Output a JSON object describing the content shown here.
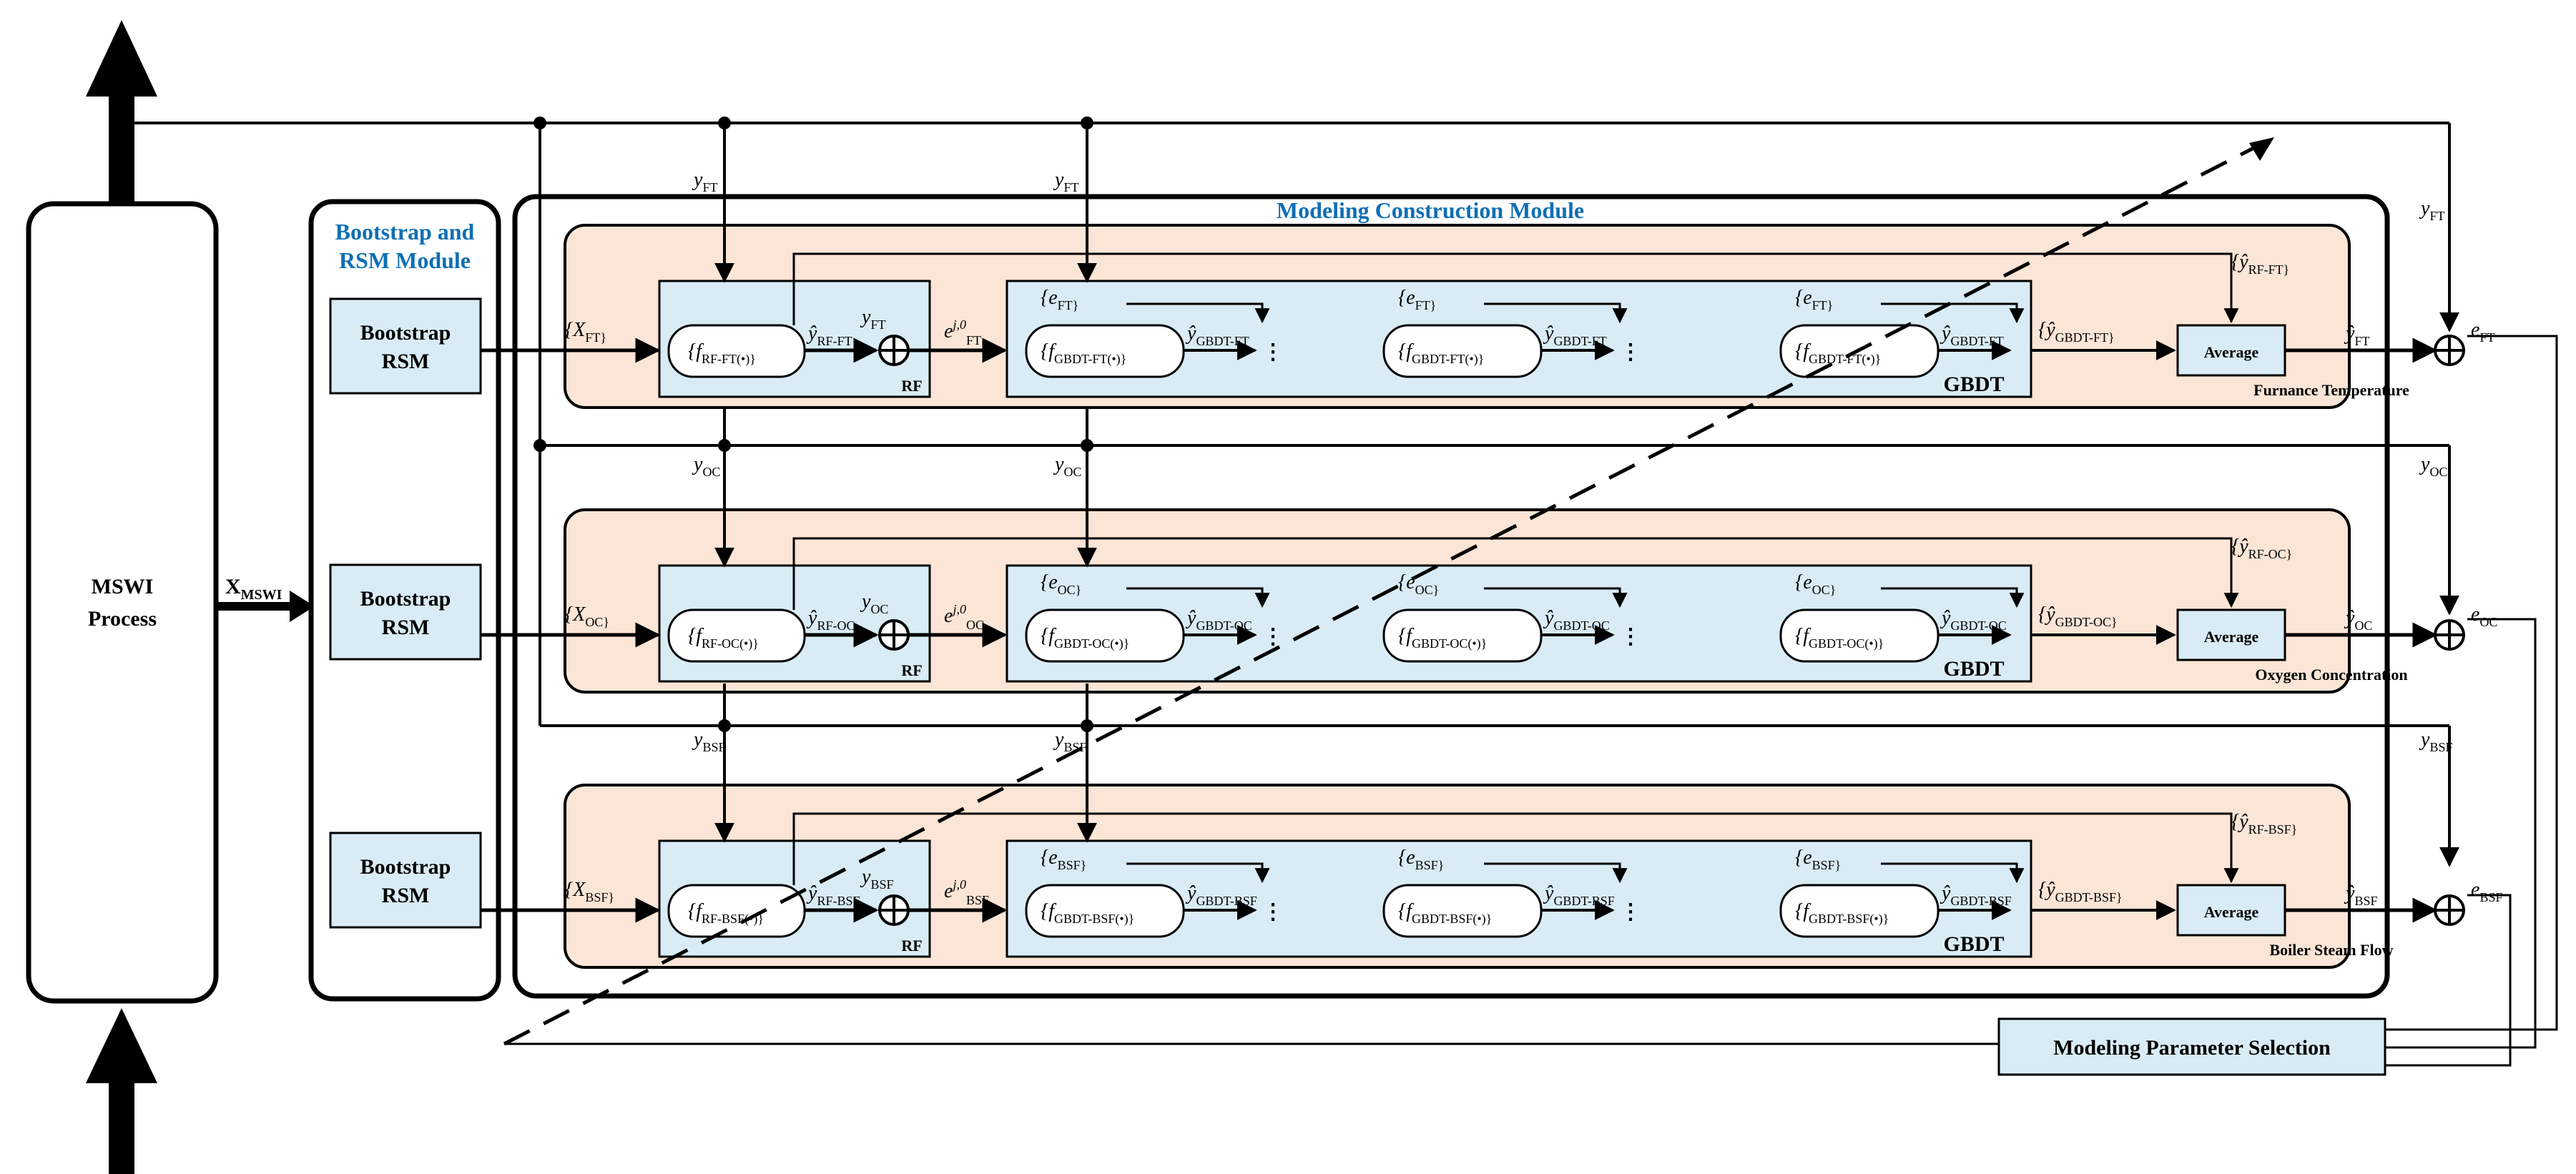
{
  "process": {
    "label_line1": "MSWI",
    "label_line2": "Process"
  },
  "input_signal": "X",
  "input_signal_sub": "MSWI",
  "bootstrap_module": {
    "title_line1": "Bootstrap and",
    "title_line2": "RSM Module",
    "blocks": [
      {
        "line1": "Bootstrap",
        "line2": "RSM"
      },
      {
        "line1": "Bootstrap",
        "line2": "RSM"
      },
      {
        "line1": "Bootstrap",
        "line2": "RSM"
      }
    ]
  },
  "construction_module": {
    "title": "Modeling Construction Module"
  },
  "parameter_selection": {
    "label": "Modeling Parameter Selection"
  },
  "rows": [
    {
      "key": "FT",
      "name": "Furnance Temperature",
      "y_label": "y",
      "sub": "FT",
      "rf_label": "RF",
      "gbdt_label": "GBDT",
      "average_label": "Average",
      "input_set": "{X",
      "input_sub": "FT",
      "rf_func": "f",
      "rf_func_sub": "RF-FT",
      "rf_out": "ŷ",
      "rf_out_sub": "RF-FT",
      "err0": "e",
      "err0_sup": "j,0",
      "err0_sub": "FT",
      "gbdt_func_sub": "GBDT-FT",
      "ensemble_sub": "GBDT-FT",
      "feedback_sub": "RF-FT",
      "final_out": "ŷ",
      "final_sub": "FT",
      "error_out": "e",
      "error_sub": "FT"
    },
    {
      "key": "OC",
      "name": "Oxygen Concentration",
      "y_label": "y",
      "sub": "OC",
      "rf_label": "RF",
      "gbdt_label": "GBDT",
      "average_label": "Average",
      "input_set": "{X",
      "input_sub": "OC",
      "rf_func": "f",
      "rf_func_sub": "RF-OC",
      "rf_out": "ŷ",
      "rf_out_sub": "RF-OC",
      "err0": "e",
      "err0_sup": "j,0",
      "err0_sub": "OC",
      "gbdt_func_sub": "GBDT-OC",
      "ensemble_sub": "GBDT-OC",
      "feedback_sub": "RF-OC",
      "final_out": "ŷ",
      "final_sub": "OC",
      "error_out": "e",
      "error_sub": "OC"
    },
    {
      "key": "BSF",
      "name": "Boiler Steam Flow",
      "y_label": "y",
      "sub": "BSF",
      "rf_label": "RF",
      "gbdt_label": "GBDT",
      "average_label": "Average",
      "input_set": "{X",
      "input_sub": "BSF",
      "rf_func": "f",
      "rf_func_sub": "RF-BSF",
      "rf_out": "ŷ",
      "rf_out_sub": "RF-BSF",
      "err0": "e",
      "err0_sup": "j,0",
      "err0_sub": "BSF",
      "gbdt_func_sub": "GBDT-BSF",
      "ensemble_sub": "GBDT-BSF",
      "feedback_sub": "RF-BSF",
      "final_out": "ŷ",
      "final_sub": "BSF",
      "error_out": "e",
      "error_sub": "BSF"
    }
  ],
  "colors": {
    "row_fill": "#fbe5d6",
    "block_fill": "#d9ecf5",
    "title_blue": "#0f6fb4",
    "line": "#000000"
  }
}
